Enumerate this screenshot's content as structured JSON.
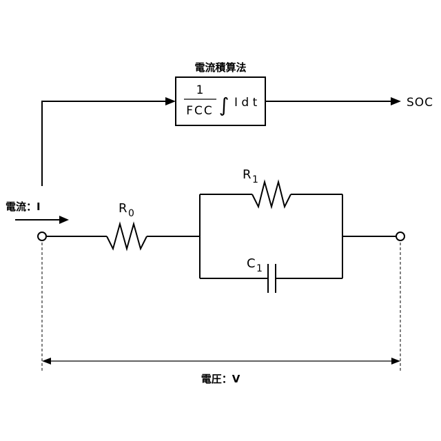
{
  "block": {
    "title": "電流積算法",
    "numerator": "1",
    "denominator": "FCC",
    "integral_symbol": "∫",
    "integrand": "I d t"
  },
  "output_label": "SOC",
  "current_label": "電流：I",
  "voltage_label": "電圧：V",
  "components": {
    "r0": {
      "letter": "R",
      "subscript": "0"
    },
    "r1": {
      "letter": "R",
      "subscript": "1"
    },
    "c1": {
      "letter": "C",
      "subscript": "1"
    }
  }
}
